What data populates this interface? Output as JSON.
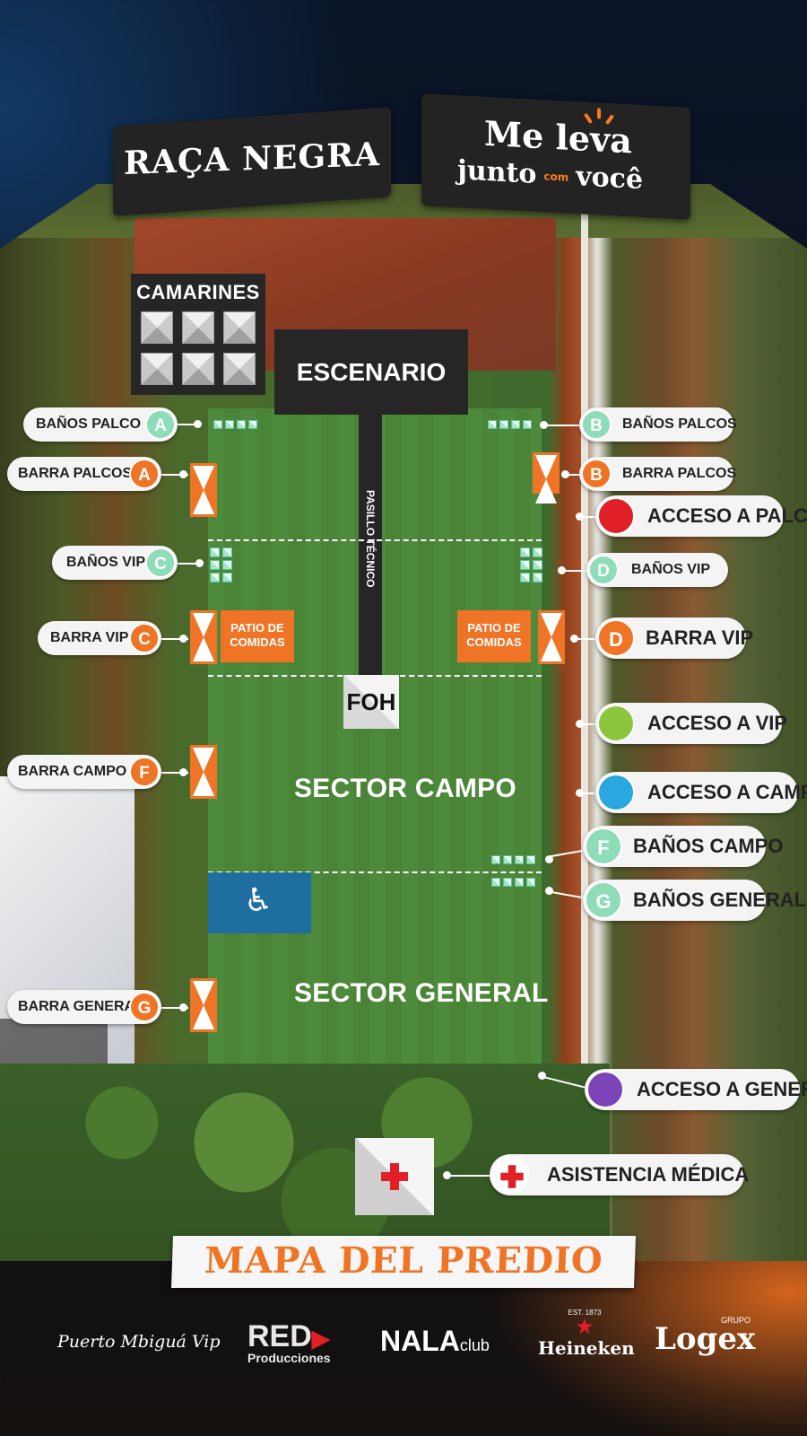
{
  "header": {
    "artist": "RAÇA NEGRA",
    "tour_line1": "Me leva",
    "tour_line2a": "junto",
    "tour_line2b": "com",
    "tour_line2c": "você"
  },
  "map": {
    "camarines": "CAMARINES",
    "escenario": "ESCENARIO",
    "pasillo": "PASILLO TÉCNICO",
    "foh": "FOH",
    "sector_campo": "SECTOR CAMPO",
    "sector_general": "SECTOR GENERAL",
    "patio_left": "PATIO DE COMIDAS",
    "patio_right": "PATIO DE COMIDAS",
    "accessibility_icon": "wheelchair-icon"
  },
  "labels_left": [
    {
      "text": "BAÑOS PALCO",
      "badge": "A",
      "color": "#8fdcb8"
    },
    {
      "text": "BARRA PALCOS",
      "badge": "A",
      "color": "#f07425"
    },
    {
      "text": "BAÑOS VIP",
      "badge": "C",
      "color": "#8fdcb8"
    },
    {
      "text": "BARRA VIP",
      "badge": "C",
      "color": "#f07425"
    },
    {
      "text": "BARRA CAMPO",
      "badge": "F",
      "color": "#f07425"
    },
    {
      "text": "BARRA GENERAL",
      "badge": "G",
      "color": "#f07425"
    }
  ],
  "labels_right": [
    {
      "text": "BAÑOS PALCOS",
      "badge": "B",
      "color": "#8fdcb8"
    },
    {
      "text": "BARRA PALCOS",
      "badge": "B",
      "color": "#f07425"
    },
    {
      "text": "ACCESO A PALCO",
      "badge": "",
      "color": "#e01f26"
    },
    {
      "text": "BAÑOS VIP",
      "badge": "D",
      "color": "#8fdcb8"
    },
    {
      "text": "BARRA VIP",
      "badge": "D",
      "color": "#f07425"
    },
    {
      "text": "ACCESO A VIP",
      "badge": "",
      "color": "#8cc63f"
    },
    {
      "text": "ACCESO A CAMPO",
      "badge": "",
      "color": "#29a8e0"
    },
    {
      "text": "BAÑOS CAMPO",
      "badge": "F",
      "color": "#8fdcb8"
    },
    {
      "text": "BAÑOS GENERAL",
      "badge": "G",
      "color": "#8fdcb8"
    },
    {
      "text": "ACCESO A GENERAL",
      "badge": "",
      "color": "#7d44b8"
    },
    {
      "text": "ASISTENCIA MÉDICA",
      "badge": "",
      "color": "#e01f26"
    }
  ],
  "footer": {
    "title": "MAPA DEL PREDIO",
    "sponsors": [
      {
        "name": "Puerto Mbiguá Vip"
      },
      {
        "name": "RED",
        "sub": "Producciones"
      },
      {
        "name": "NALA",
        "sub": "club"
      },
      {
        "name": "Heineken",
        "sub": "EST. 1873"
      },
      {
        "name": "Logex",
        "sub": "GRUPO"
      }
    ]
  },
  "colors": {
    "accent_orange": "#f07425",
    "mint": "#8fdcb8",
    "dark_block": "#262626"
  }
}
